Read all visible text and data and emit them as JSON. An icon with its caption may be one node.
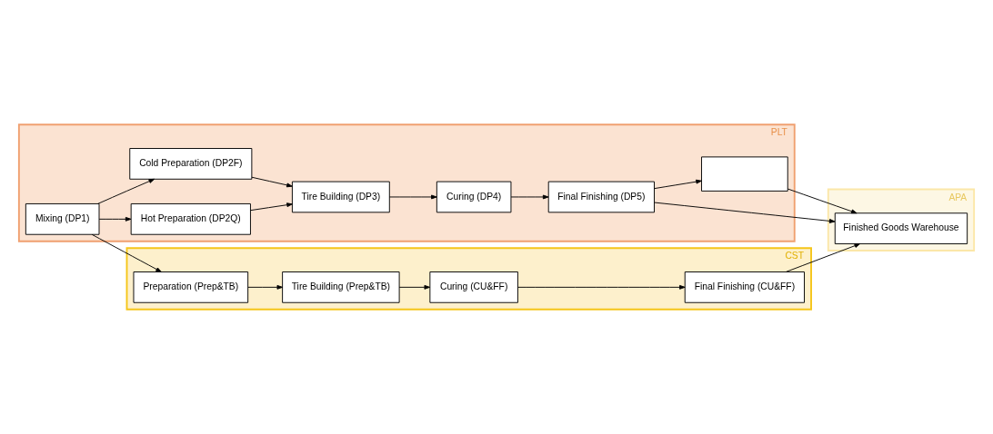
{
  "diagram": {
    "nodes": [
      {
        "text": [
          "PLT"
        ]
      },
      {
        "text": [
          "Mixing (DP1)"
        ],
        "in": 0
      },
      {
        "text": [
          "Hot Preparation (DP2Q)"
        ],
        "in": 0
      },
      {
        "text": [
          "Cold Preparation (DP2F)"
        ],
        "in": 0
      },
      {
        "text": [
          "Tire Building (DP3)"
        ],
        "in": 0
      },
      {
        "text": [
          "Curing (DP4)"
        ],
        "in": 0
      },
      {
        "text": [
          "Final Finishing (DP5)"
        ],
        "in": 0
      },
      {
        "text": [],
        "shape": "box",
        "in": 0
      },
      {
        "text": [
          "CST"
        ]
      },
      {
        "text": [
          "Preparation (Prep&TB)"
        ],
        "in": 8
      },
      {
        "text": [
          "Tire Building (Prep&TB)"
        ],
        "in": 8
      },
      {
        "text": [
          "Curing (CU&FF)"
        ],
        "in": 8
      },
      {
        "text": [
          "Final Finishing (CU&FF)"
        ],
        "in": 8
      },
      {
        "text": [
          "APA"
        ]
      },
      {
        "text": [
          "Finished Goods Warehouse"
        ],
        "in": 13
      }
    ],
    "edges": [
      {
        "from": 1,
        "to": 2,
        "arrow": "to"
      },
      {
        "from": 1,
        "to": 3,
        "arrow": "to"
      },
      {
        "from": 2,
        "to": 4,
        "arrow": "to"
      },
      {
        "from": 3,
        "to": 4,
        "arrow": "to"
      },
      {
        "from": 4,
        "to": 5,
        "arrow": "to"
      },
      {
        "from": 5,
        "to": 6,
        "arrow": "to"
      },
      {
        "from": 6,
        "to": 7,
        "arrow": "to"
      },
      {
        "from": 1,
        "to": 9,
        "arrow": "to"
      },
      {
        "from": 9,
        "to": 10,
        "arrow": "to"
      },
      {
        "from": 10,
        "to": 11,
        "arrow": "to"
      },
      {
        "from": 11,
        "to": 12,
        "arrow": "to"
      },
      {
        "from": 6,
        "to": 14,
        "arrow": "to"
      },
      {
        "from": 7,
        "to": 14,
        "arrow": "to"
      },
      {
        "from": 12,
        "to": 14,
        "arrow": "to"
      }
    ]
  }
}
